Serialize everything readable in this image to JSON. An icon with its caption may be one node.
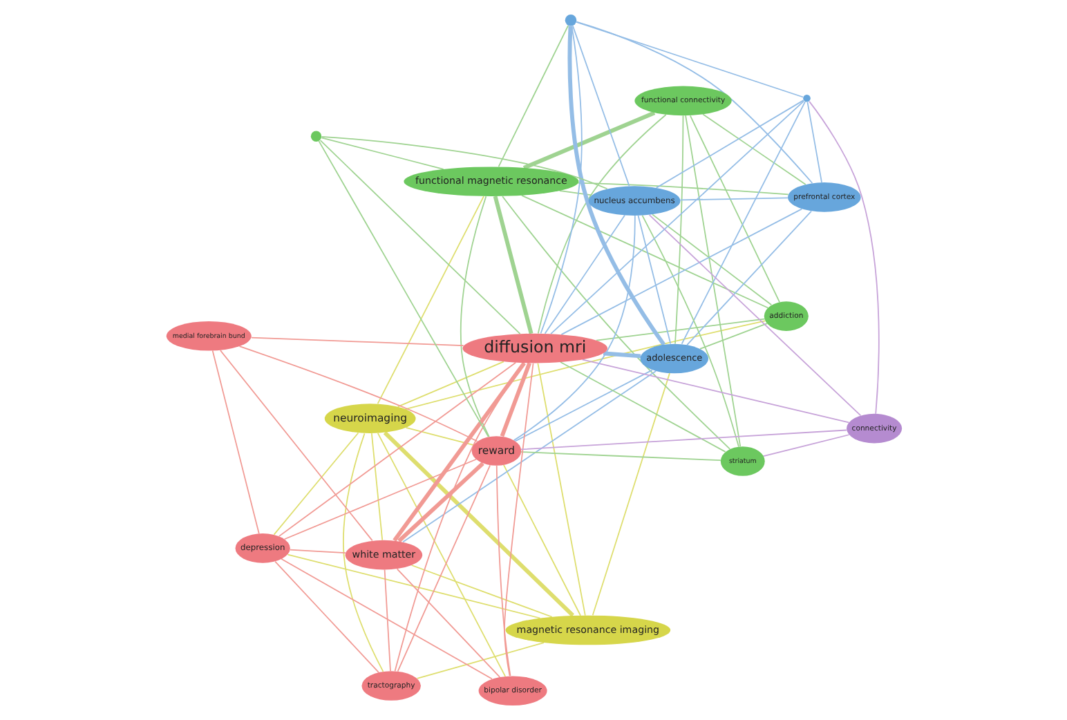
{
  "diagram": {
    "nodes": [
      {
        "text": [
          "neuroimaging"
        ]
      },
      {
        "text": [
          "addiction"
        ]
      },
      {
        "text": [
          "magnetic resonance imaging"
        ]
      },
      {
        "text": [
          "functional connectivity"
        ]
      },
      {
        "text": [
          "bipolar disorder"
        ]
      },
      {
        "text": [
          "functional magnetic resonance"
        ]
      },
      {
        "text": [],
        "shape": "circle"
      },
      {
        "text": [
          "adolescence"
        ]
      },
      {
        "text": [
          "tractography"
        ]
      },
      {
        "text": [
          "white matter"
        ]
      },
      {
        "text": [
          "striatum"
        ]
      },
      {
        "text": [
          "depression"
        ]
      },
      {
        "text": [
          "prefrontal cortex"
        ]
      },
      {
        "text": [
          "diffusion mri"
        ]
      },
      {
        "text": [],
        "shape": "circle"
      },
      {
        "text": [
          "reward"
        ]
      },
      {
        "text": [
          "connectivity"
        ]
      },
      {
        "text": [
          "medial forebrain bund"
        ]
      },
      {
        "text": [
          "nucleus accumbens"
        ]
      },
      {
        "text": [],
        "shape": "circle"
      }
    ],
    "edges": [
      {
        "from": 13,
        "to": 15,
        "arrow": "none",
        "style": "thick"
      },
      {
        "from": 13,
        "to": 9,
        "arrow": "none",
        "style": "thick"
      },
      {
        "from": 13,
        "to": 8,
        "arrow": "none"
      },
      {
        "from": 13,
        "to": 11,
        "arrow": "none"
      },
      {
        "from": 13,
        "to": 4,
        "arrow": "none"
      },
      {
        "from": 13,
        "to": 17,
        "arrow": "none"
      },
      {
        "from": 15,
        "to": 9,
        "arrow": "none",
        "style": "thick"
      },
      {
        "from": 15,
        "to": 8,
        "arrow": "none"
      },
      {
        "from": 15,
        "to": 11,
        "arrow": "none"
      },
      {
        "from": 15,
        "to": 17,
        "arrow": "none"
      },
      {
        "from": 15,
        "to": 4,
        "arrow": "none"
      },
      {
        "from": 9,
        "to": 8,
        "arrow": "none"
      },
      {
        "from": 9,
        "to": 11,
        "arrow": "none"
      },
      {
        "from": 9,
        "to": 4,
        "arrow": "none"
      },
      {
        "from": 9,
        "to": 17,
        "arrow": "none"
      },
      {
        "from": 11,
        "to": 4,
        "arrow": "none"
      },
      {
        "from": 11,
        "to": 17,
        "arrow": "none"
      },
      {
        "from": 8,
        "to": 11,
        "arrow": "none"
      },
      {
        "from": 0,
        "to": 2,
        "arrow": "none",
        "style": "thick",
        "color": "#dede6e"
      },
      {
        "from": 0,
        "to": 13,
        "arrow": "none",
        "color": "#dede6e"
      },
      {
        "from": 0,
        "to": 15,
        "arrow": "none",
        "color": "#dede6e"
      },
      {
        "from": 0,
        "to": 9,
        "arrow": "none",
        "color": "#dede6e"
      },
      {
        "from": 0,
        "to": 11,
        "arrow": "none",
        "color": "#dede6e"
      },
      {
        "from": 0,
        "to": 4,
        "arrow": "none",
        "color": "#dede6e"
      },
      {
        "from": 0,
        "to": 8,
        "arrow": "none",
        "color": "#dede6e"
      },
      {
        "from": 0,
        "to": 1,
        "arrow": "none",
        "color": "#dede6e"
      },
      {
        "from": 0,
        "to": 5,
        "arrow": "none",
        "color": "#dede6e"
      },
      {
        "from": 2,
        "to": 13,
        "arrow": "none",
        "color": "#dede6e"
      },
      {
        "from": 2,
        "to": 15,
        "arrow": "none",
        "color": "#dede6e"
      },
      {
        "from": 2,
        "to": 9,
        "arrow": "none",
        "color": "#dede6e"
      },
      {
        "from": 2,
        "to": 8,
        "arrow": "none",
        "color": "#dede6e"
      },
      {
        "from": 2,
        "to": 11,
        "arrow": "none",
        "color": "#dede6e"
      },
      {
        "from": 2,
        "to": 7,
        "arrow": "none",
        "color": "#dede6e"
      },
      {
        "from": 5,
        "to": 3,
        "arrow": "none",
        "style": "thick",
        "color": "#9fd391"
      },
      {
        "from": 5,
        "to": 1,
        "arrow": "none",
        "color": "#9fd391"
      },
      {
        "from": 3,
        "to": 1,
        "arrow": "none",
        "color": "#9fd391"
      },
      {
        "from": 5,
        "to": 10,
        "arrow": "none",
        "color": "#9fd391"
      },
      {
        "from": 5,
        "to": 14,
        "arrow": "none",
        "color": "#9fd391"
      },
      {
        "from": 5,
        "to": 13,
        "arrow": "none",
        "style": "thick",
        "color": "#9fd391"
      },
      {
        "from": 5,
        "to": 15,
        "arrow": "none",
        "color": "#9fd391"
      },
      {
        "from": 5,
        "to": 6,
        "arrow": "none",
        "color": "#9fd391"
      },
      {
        "from": 5,
        "to": 12,
        "arrow": "none",
        "color": "#9fd391"
      },
      {
        "from": 5,
        "to": 18,
        "arrow": "none",
        "color": "#9fd391"
      },
      {
        "from": 3,
        "to": 13,
        "arrow": "none",
        "color": "#9fd391"
      },
      {
        "from": 3,
        "to": 7,
        "arrow": "none",
        "color": "#9fd391"
      },
      {
        "from": 3,
        "to": 10,
        "arrow": "none",
        "color": "#9fd391"
      },
      {
        "from": 3,
        "to": 12,
        "arrow": "none",
        "color": "#9fd391"
      },
      {
        "from": 1,
        "to": 13,
        "arrow": "none",
        "color": "#9fd391"
      },
      {
        "from": 1,
        "to": 7,
        "arrow": "none",
        "color": "#9fd391"
      },
      {
        "from": 1,
        "to": 18,
        "arrow": "none",
        "color": "#9fd391"
      },
      {
        "from": 10,
        "to": 13,
        "arrow": "none",
        "color": "#9fd391"
      },
      {
        "from": 10,
        "to": 15,
        "arrow": "none",
        "color": "#9fd391"
      },
      {
        "from": 10,
        "to": 18,
        "arrow": "none",
        "color": "#9fd391"
      },
      {
        "from": 14,
        "to": 13,
        "arrow": "none",
        "color": "#9fd391"
      },
      {
        "from": 14,
        "to": 18,
        "arrow": "none",
        "color": "#9fd391"
      },
      {
        "from": 14,
        "to": 15,
        "arrow": "none",
        "color": "#9fd391"
      },
      {
        "from": 6,
        "to": 7,
        "arrow": "none",
        "style": "thick",
        "color": "#94bde6"
      },
      {
        "from": 6,
        "to": 13,
        "arrow": "none",
        "color": "#94bde6"
      },
      {
        "from": 6,
        "to": 12,
        "arrow": "none",
        "color": "#94bde6"
      },
      {
        "from": 6,
        "to": 18,
        "arrow": "none",
        "color": "#94bde6"
      },
      {
        "from": 6,
        "to": 19,
        "arrow": "none",
        "color": "#94bde6"
      },
      {
        "from": 7,
        "to": 13,
        "arrow": "none",
        "style": "thick",
        "color": "#94bde6"
      },
      {
        "from": 7,
        "to": 15,
        "arrow": "none",
        "color": "#94bde6"
      },
      {
        "from": 7,
        "to": 18,
        "arrow": "none",
        "color": "#94bde6"
      },
      {
        "from": 7,
        "to": 12,
        "arrow": "none",
        "color": "#94bde6"
      },
      {
        "from": 7,
        "to": 19,
        "arrow": "none",
        "color": "#94bde6"
      },
      {
        "from": 7,
        "to": 9,
        "arrow": "none",
        "color": "#94bde6"
      },
      {
        "from": 12,
        "to": 13,
        "arrow": "none",
        "color": "#94bde6"
      },
      {
        "from": 12,
        "to": 18,
        "arrow": "none",
        "color": "#94bde6"
      },
      {
        "from": 12,
        "to": 19,
        "arrow": "none",
        "color": "#94bde6"
      },
      {
        "from": 18,
        "to": 13,
        "arrow": "none",
        "color": "#94bde6"
      },
      {
        "from": 18,
        "to": 15,
        "arrow": "none",
        "color": "#94bde6"
      },
      {
        "from": 18,
        "to": 19,
        "arrow": "none",
        "color": "#94bde6"
      },
      {
        "from": 19,
        "to": 13,
        "arrow": "none",
        "color": "#94bde6"
      },
      {
        "from": 16,
        "to": 13,
        "arrow": "none",
        "color": "#c7a3d9"
      },
      {
        "from": 16,
        "to": 15,
        "arrow": "none",
        "color": "#c7a3d9"
      },
      {
        "from": 16,
        "to": 18,
        "arrow": "none",
        "color": "#c7a3d9"
      },
      {
        "from": 16,
        "to": 19,
        "arrow": "none",
        "color": "#c7a3d9"
      },
      {
        "from": 16,
        "to": 10,
        "arrow": "none",
        "color": "#c7a3d9"
      }
    ]
  }
}
